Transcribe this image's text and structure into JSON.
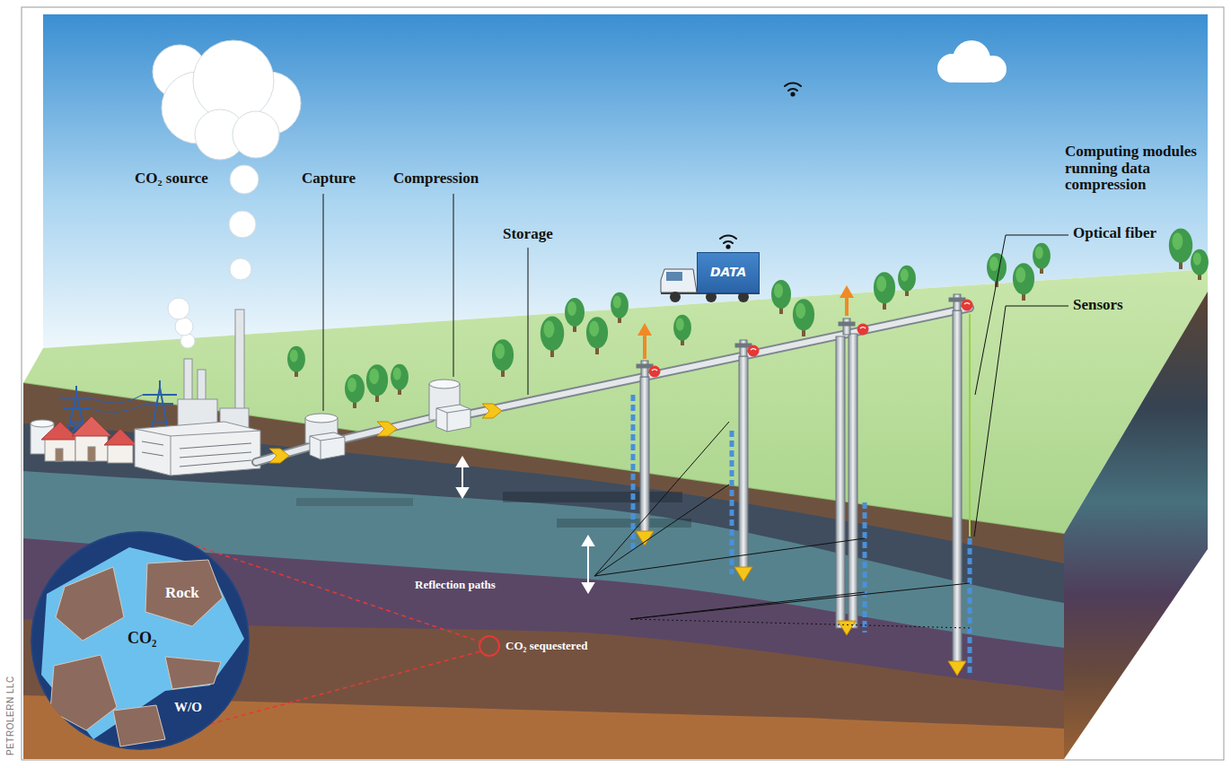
{
  "diagram": {
    "nodes": [
      {
        "text": [
          "DATA"
        ]
      },
      {
        "text": [
          "CO₂",
          "W/O"
        ]
      },
      {
        "text": [
          "Rock"
        ],
        "in": 1
      }
    ],
    "labels": [
      "CO₂ source",
      "Capture",
      "Compression",
      "Storage",
      "Computing modules running data compression",
      "Optical fiber",
      "Sensors",
      "Reflection paths",
      "CO₂ sequestered",
      "PETROLERN LLC"
    ]
  }
}
